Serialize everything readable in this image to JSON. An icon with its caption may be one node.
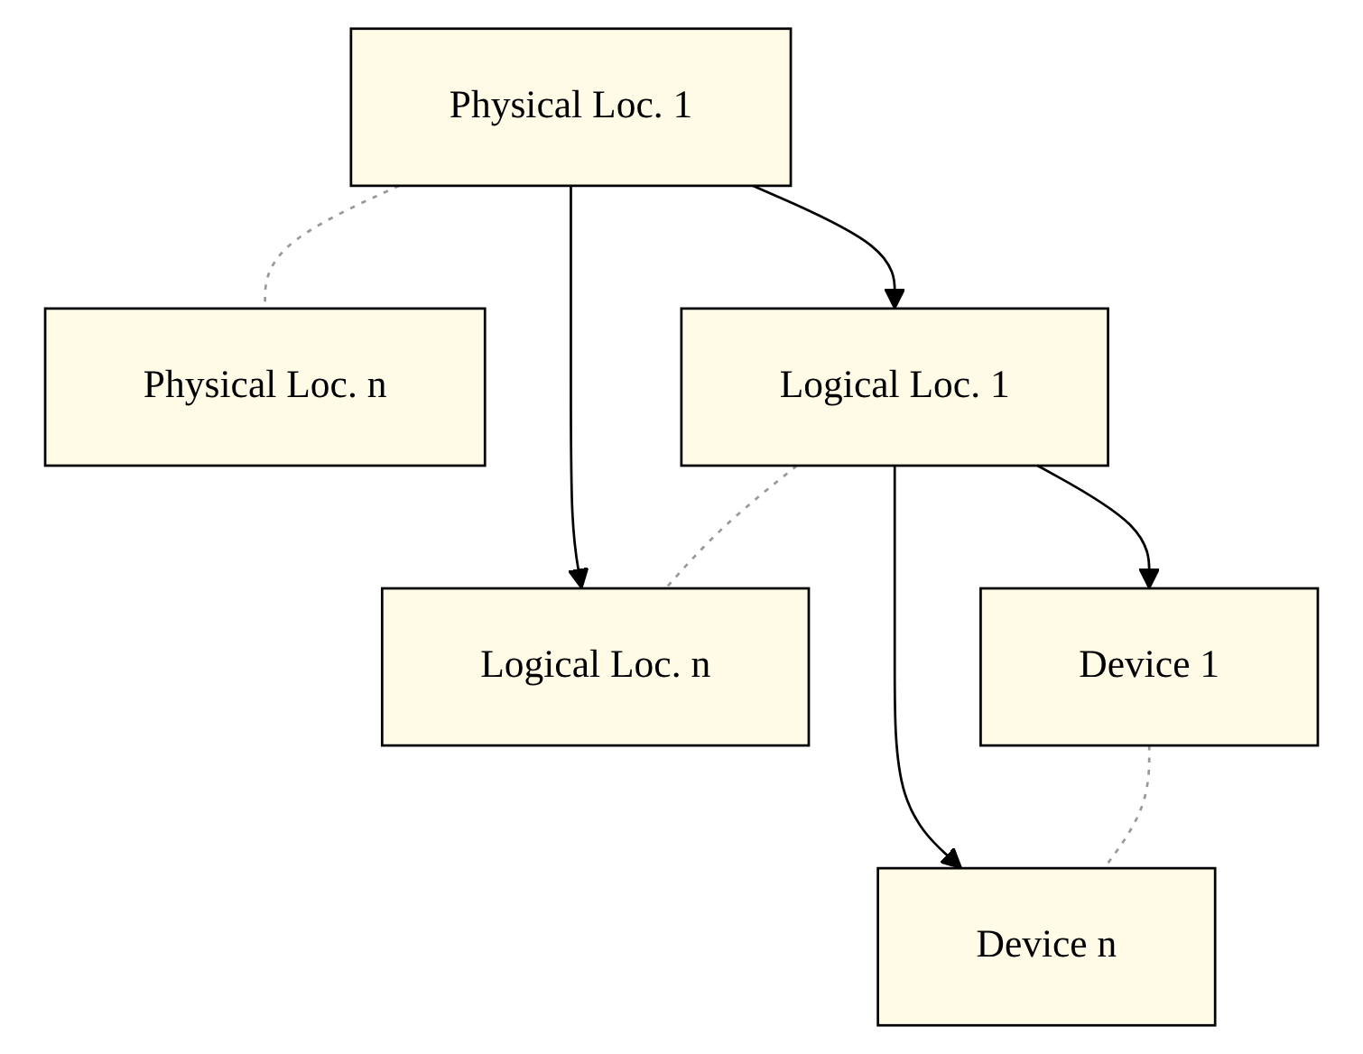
{
  "diagram": {
    "nodes": [
      {
        "text": [
          "Physical Loc. 1"
        ]
      },
      {
        "text": [
          "Physical Loc. n"
        ]
      },
      {
        "text": [
          "Logical Loc. 1"
        ]
      },
      {
        "text": [
          "Logical Loc. n"
        ]
      },
      {
        "text": [
          "Device 1"
        ]
      },
      {
        "text": [
          "Device n"
        ]
      }
    ],
    "edges": [
      {
        "from": 0,
        "to": 1,
        "arrow": "none",
        "style": "dashed",
        "color": "#999999"
      },
      {
        "from": 0,
        "to": 2,
        "arrow": "to"
      },
      {
        "from": 0,
        "to": 3,
        "arrow": "to"
      },
      {
        "from": 2,
        "to": 3,
        "arrow": "none",
        "style": "dashed",
        "color": "#999999"
      },
      {
        "from": 2,
        "to": 4,
        "arrow": "to"
      },
      {
        "from": 2,
        "to": 5,
        "arrow": "to"
      },
      {
        "from": 4,
        "to": 5,
        "arrow": "none",
        "style": "dashed",
        "color": "#999999"
      }
    ]
  }
}
